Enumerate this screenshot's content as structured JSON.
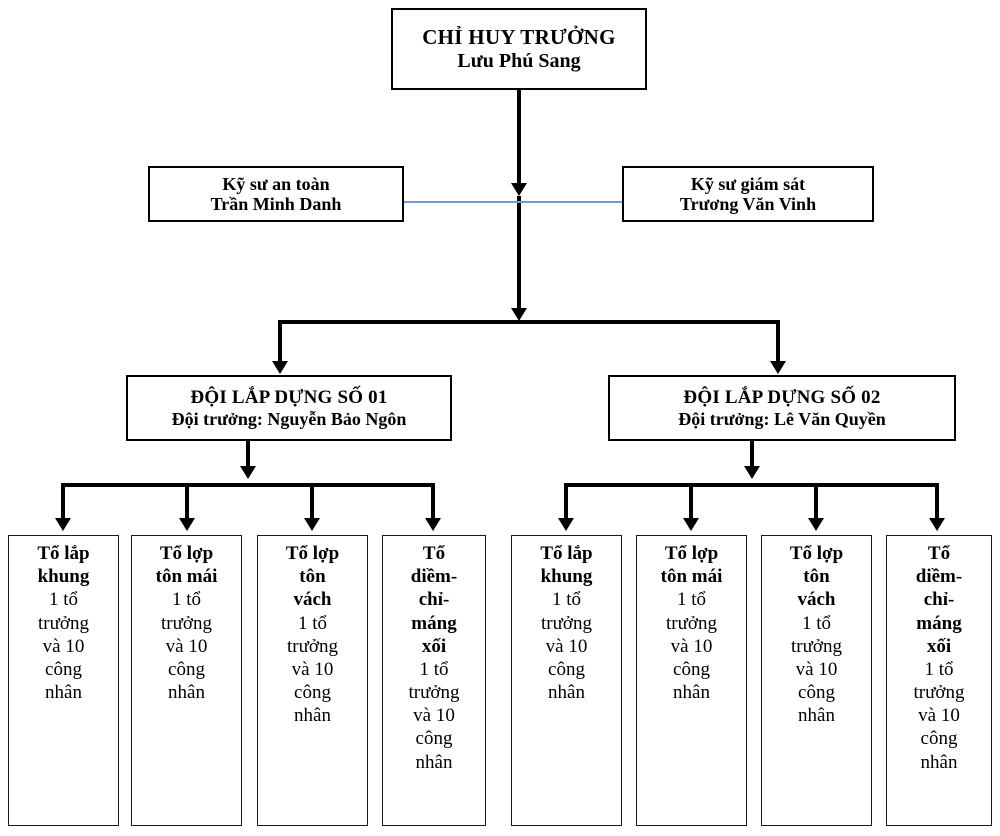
{
  "chart_meta": {
    "type": "org-chart",
    "title": "So do to chuc cong truong",
    "orientation": "top-down",
    "levels": 4,
    "colors": {
      "box_border": "#000000",
      "connector": "#000000",
      "cross_link": "#6e9bd1",
      "background": "#ffffff",
      "text": "#000000"
    }
  },
  "nodes": {
    "commander": {
      "role": "CHỈ HUY TRƯỞNG",
      "name": "Lưu Phú Sang"
    },
    "safety_engineer": {
      "role": "Kỹ sư an toàn",
      "name": "Trần Minh Danh"
    },
    "supervisor_engineer": {
      "role": "Kỹ sư giám sát",
      "name": "Trương Văn Vinh"
    },
    "team_01": {
      "role": "ĐỘI LẮP DỰNG SỐ 01",
      "name": "Đội trưởng: Nguyễn Bảo Ngôn"
    },
    "team_02": {
      "role": "ĐỘI LẮP DỰNG SỐ 02",
      "name": "Đội trưởng: Lê Văn Quyền"
    }
  },
  "crews": {
    "team_01": [
      {
        "title_lines": [
          "Tổ lắp",
          "khung"
        ],
        "detail_lines": [
          "1 tổ",
          "trưởng",
          "và 10",
          "công",
          "nhân"
        ]
      },
      {
        "title_lines": [
          "Tổ lợp",
          "tôn mái"
        ],
        "detail_lines": [
          "1 tổ",
          "trưởng",
          "và 10",
          "công",
          "nhân"
        ]
      },
      {
        "title_lines": [
          "Tổ lợp",
          "tôn",
          "vách"
        ],
        "detail_lines": [
          "1 tổ",
          "trưởng",
          "và 10",
          "công",
          "nhân"
        ]
      },
      {
        "title_lines": [
          "Tổ",
          "diềm-",
          "chỉ-",
          "máng",
          "xối"
        ],
        "detail_lines": [
          "1 tổ",
          "trưởng",
          "và 10",
          "công",
          "nhân"
        ]
      }
    ],
    "team_02": [
      {
        "title_lines": [
          "Tổ lắp",
          "khung"
        ],
        "detail_lines": [
          "1 tổ",
          "trưởng",
          "và 10",
          "công",
          "nhân"
        ]
      },
      {
        "title_lines": [
          "Tổ lợp",
          "tôn mái"
        ],
        "detail_lines": [
          "1 tổ",
          "trưởng",
          "và 10",
          "công",
          "nhân"
        ]
      },
      {
        "title_lines": [
          "Tổ lợp",
          "tôn",
          "vách"
        ],
        "detail_lines": [
          "1 tổ",
          "trưởng",
          "và 10",
          "công",
          "nhân"
        ]
      },
      {
        "title_lines": [
          "Tổ",
          "diềm-",
          "chỉ-",
          "máng",
          "xối"
        ],
        "detail_lines": [
          "1 tổ",
          "trưởng",
          "và 10",
          "công",
          "nhân"
        ]
      }
    ]
  }
}
